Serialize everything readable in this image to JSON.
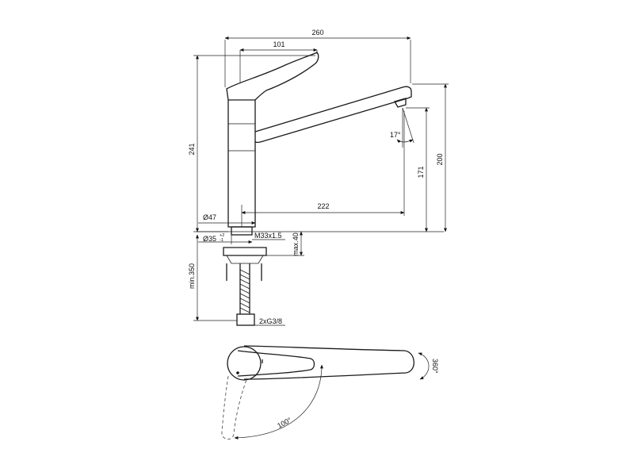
{
  "dimensions": {
    "total_length": "260",
    "lever_length": "101",
    "total_height": "241",
    "spout_height": "200",
    "outlet_height": "171",
    "outlet_angle": "17°",
    "spout_reach": "222",
    "body_diameter": "Ø47",
    "hole_diameter": "Ø35",
    "hole_tolerance_upper": "+2",
    "hole_tolerance_lower": "-1",
    "thread": "M33x1.5",
    "max_deck_thickness": "max.40",
    "min_hose_length": "min.350",
    "hose_connection": "2xG3/8",
    "swivel_angle": "360°",
    "lever_angle": "100°"
  }
}
